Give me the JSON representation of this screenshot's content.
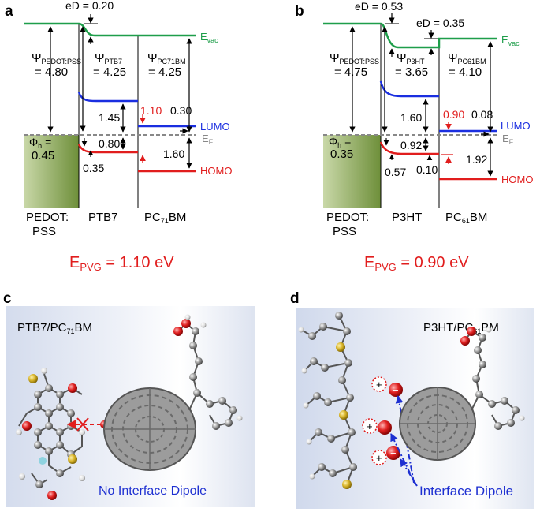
{
  "panels": {
    "a": {
      "letter": "a",
      "eD": "eD = 0.20",
      "psi1_sym": "Ψ",
      "psi1_sub": "PEDOT:PSS",
      "psi1_val": "= 4.80",
      "psi2_sym": "Ψ",
      "psi2_sub": "PTB7",
      "psi2_val": "4.25",
      "psi3_sym": "Ψ",
      "psi3_sub": "PC71BM",
      "psi3_val": "4.25",
      "vac_E": "E",
      "vac_sub": "vac",
      "lumo": "LUMO",
      "homo": "HOMO",
      "ef_E": "E",
      "ef_sub": "F",
      "v_145": "1.45",
      "v_110": "1.10",
      "v_030": "0.30",
      "phi": "Φ",
      "phi_sub": "h",
      "phi_eq": "=",
      "phi_val": "0.45",
      "v_080": "0.80",
      "v_160": "1.60",
      "v_035": "0.35",
      "mat1_l1": "PEDOT:",
      "mat1_l2": "PSS",
      "mat2": "PTB7",
      "mat3_pre": "PC",
      "mat3_sub": "71",
      "mat3_post": "BM",
      "epvg_E": "E",
      "epvg_sub": "PVG",
      "epvg_val": " = 1.10 eV"
    },
    "b": {
      "letter": "b",
      "eD1": "eD = 0.53",
      "eD2": "eD = 0.35",
      "psi1_sym": "Ψ",
      "psi1_sub": "PEDOT:PSS",
      "psi1_val": "= 4.75",
      "psi2_sym": "Ψ",
      "psi2_sub": "P3HT",
      "psi2_val": "3.65",
      "psi3_sym": "Ψ",
      "psi3_sub": "PC61BM",
      "psi3_val": "4.10",
      "vac_E": "E",
      "vac_sub": "vac",
      "lumo": "LUMO",
      "homo": "HOMO",
      "ef_E": "E",
      "ef_sub": "F",
      "v_160": "1.60",
      "v_090": "0.90",
      "v_008": "0.08",
      "phi": "Φ",
      "phi_sub": "h",
      "phi_eq": "=",
      "phi_val": "0.35",
      "v_092": "0.92",
      "v_192": "1.92",
      "v_057": "0.57",
      "v_010": "0.10",
      "mat1_l1": "PEDOT:",
      "mat1_l2": "PSS",
      "mat2": "P3HT",
      "mat3_pre": "PC",
      "mat3_sub": "61",
      "mat3_post": "BM",
      "epvg_E": "E",
      "epvg_sub": "PVG",
      "epvg_val": " = 0.90 eV"
    },
    "c": {
      "letter": "c",
      "title_pre": "PTB7/PC",
      "title_sub": "71",
      "title_post": "BM",
      "annotation": "No Interface Dipole"
    },
    "d": {
      "letter": "d",
      "title_pre": "P3HT/PC",
      "title_sub": "61",
      "title_post": "BM",
      "annotation": "Interface Dipole"
    }
  },
  "colors": {
    "vacuum_level": "#1e9e4a",
    "lumo": "#1a2ee0",
    "homo": "#e11d1d",
    "fermi": "#888888",
    "pedot_fill": "#7a9a44",
    "annotation": "#1d2fd1",
    "epvg": "#e11d1d"
  }
}
